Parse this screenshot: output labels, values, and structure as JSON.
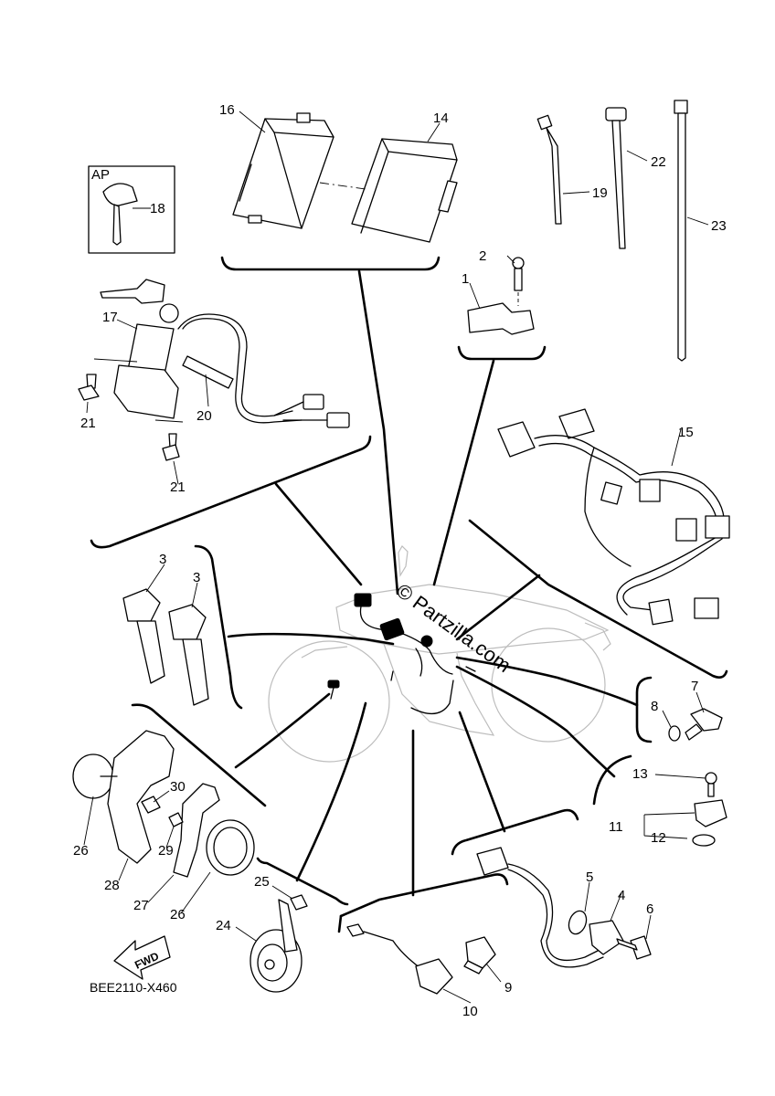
{
  "diagram": {
    "drawing_code": "BEE2110-X460",
    "watermark": "© Partzilla.com",
    "box_label": "AP",
    "fwd_label": "FWD",
    "callouts": {
      "c1": "1",
      "c2": "2",
      "c3a": "3",
      "c3b": "3",
      "c4": "4",
      "c5": "5",
      "c6": "6",
      "c7": "7",
      "c8": "8",
      "c9": "9",
      "c10": "10",
      "c11": "11",
      "c12": "12",
      "c13": "13",
      "c14": "14",
      "c15": "15",
      "c16": "16",
      "c17": "17",
      "c18": "18",
      "c19": "19",
      "c20": "20",
      "c21a": "21",
      "c21b": "21",
      "c22": "22",
      "c23": "23",
      "c24": "24",
      "c25": "25",
      "c26a": "26",
      "c26b": "26",
      "c27": "27",
      "c28": "28",
      "c29": "29",
      "c30": "30"
    }
  }
}
